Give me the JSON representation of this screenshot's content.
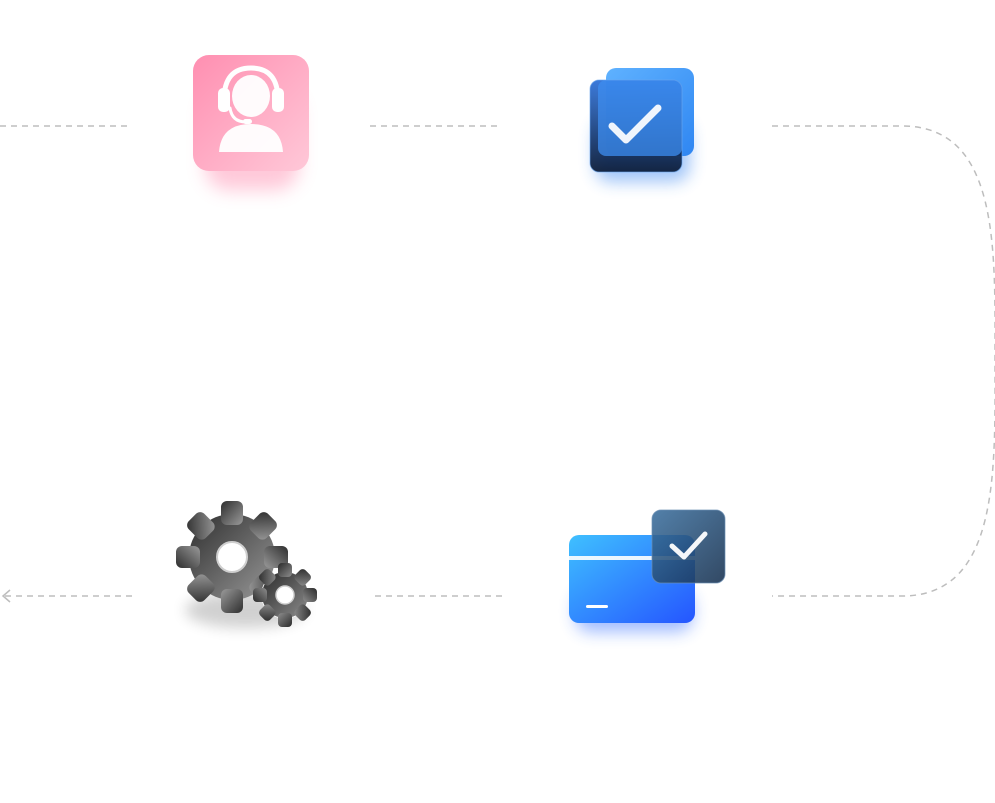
{
  "flow": {
    "steps": [
      {
        "id": "support",
        "icon": "headset-agent-icon"
      },
      {
        "id": "confirm",
        "icon": "check-square-icon"
      },
      {
        "id": "payment",
        "icon": "card-check-icon"
      },
      {
        "id": "settings",
        "icon": "gears-icon"
      }
    ],
    "connector_style": "dashed",
    "direction": "clockwise"
  },
  "colors": {
    "connector": "#bdbdbd",
    "pink_start": "#ff8fb1",
    "pink_end": "#ffc4d6",
    "blue_light": "#4aa3ff",
    "blue_dark": "#0b1f45",
    "card_start": "#39b6ff",
    "card_end": "#2f5cff",
    "gear_dark": "#3a3a3a",
    "gear_light": "#8a8a8a"
  }
}
